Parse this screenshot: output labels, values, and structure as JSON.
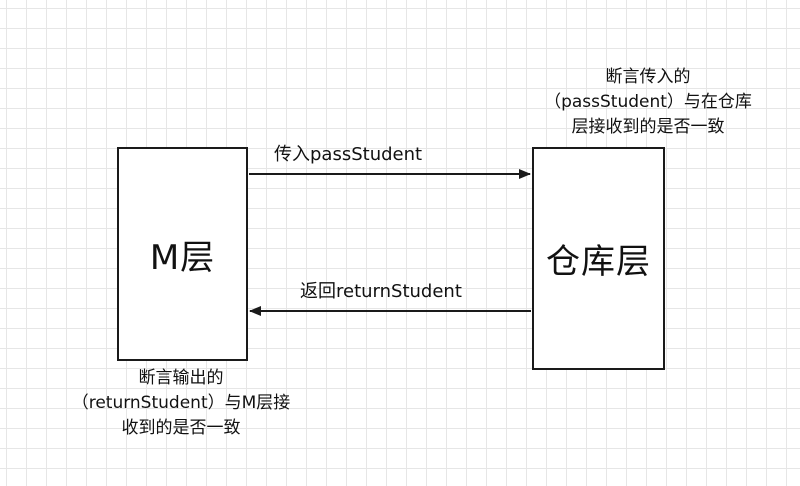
{
  "diagram": {
    "m_box": {
      "label": "M层"
    },
    "repo_box": {
      "label": "仓库层"
    },
    "pass_arrow": {
      "label": "传入passStudent"
    },
    "return_arrow": {
      "label": "返回returnStudent"
    },
    "repo_note": {
      "lines": [
        "断言传入的",
        "（passStudent）与在仓库",
        "层接收到的是否一致"
      ]
    },
    "m_note": {
      "lines": [
        "断言输出的",
        "（returnStudent）与M层接",
        "收到的是否一致"
      ]
    }
  },
  "colors": {
    "stroke": "#1a1a1a",
    "grid": "#e6e6e6",
    "background": "#ffffff"
  }
}
